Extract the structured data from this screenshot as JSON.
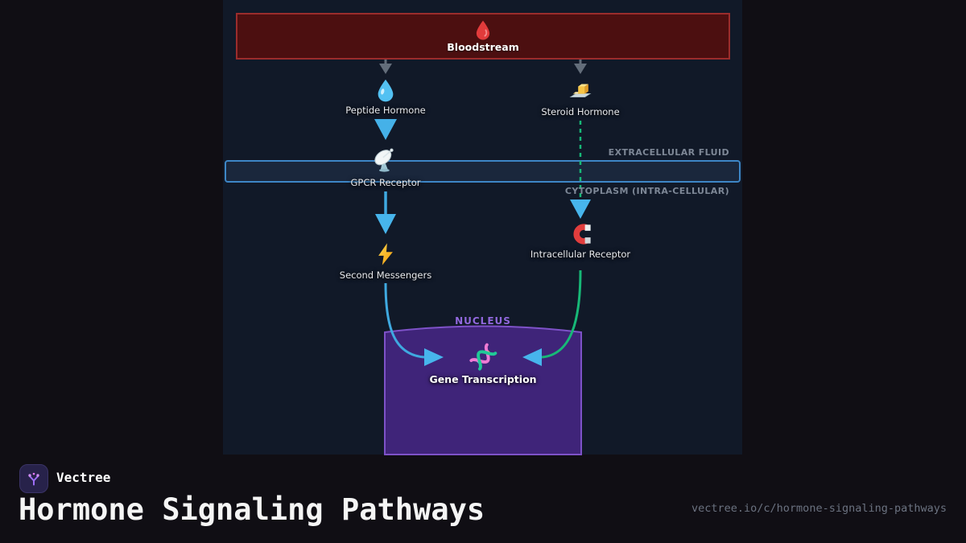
{
  "brand": {
    "name": "Vectree",
    "logo_icon": "vectree-branch-icon"
  },
  "footer": {
    "title": "Hormone Signaling Pathways",
    "url": "vectree.io/c/hormone-signaling-pathways"
  },
  "diagram": {
    "bloodstream": {
      "label": "Bloodstream",
      "icon": "blood-drop-icon"
    },
    "zones": {
      "extracellular": "EXTRACELLULAR FLUID",
      "cytoplasm": "CYTOPLASM (INTRA-CELLULAR)",
      "nucleus": "NUCLEUS"
    },
    "nodes": [
      {
        "id": "peptide-hormone",
        "label": "Peptide Hormone",
        "icon": "water-drop-icon"
      },
      {
        "id": "steroid-hormone",
        "label": "Steroid Hormone",
        "icon": "butter-icon"
      },
      {
        "id": "gpcr-receptor",
        "label": "GPCR Receptor",
        "icon": "satellite-dish-icon"
      },
      {
        "id": "second-messengers",
        "label": "Second Messengers",
        "icon": "lightning-icon"
      },
      {
        "id": "intracellular-receptor",
        "label": "Intracellular Receptor",
        "icon": "magnet-icon"
      },
      {
        "id": "gene-transcription",
        "label": "Gene Transcription",
        "icon": "dna-icon"
      }
    ],
    "edges": [
      {
        "from": "bloodstream",
        "to": "peptide-hormone",
        "style": "gray-arrow"
      },
      {
        "from": "bloodstream",
        "to": "steroid-hormone",
        "style": "gray-arrow"
      },
      {
        "from": "peptide-hormone",
        "to": "gpcr-receptor",
        "style": "blue-arrow"
      },
      {
        "from": "steroid-hormone",
        "to": "intracellular-receptor",
        "style": "green-dashed-arrow"
      },
      {
        "from": "gpcr-receptor",
        "to": "second-messengers",
        "style": "blue-arrow"
      },
      {
        "from": "second-messengers",
        "to": "gene-transcription",
        "style": "blue-curve-arrow"
      },
      {
        "from": "intracellular-receptor",
        "to": "gene-transcription",
        "style": "green-curve-arrow"
      }
    ],
    "colors": {
      "panel_bg": "#111928",
      "outer_bg": "#100e14",
      "bloodstream_fill": "#4c0f10",
      "bloodstream_border": "#9b2c2c",
      "membrane_border": "#3d86c6",
      "membrane_fill": "#1a2c44",
      "nucleus_fill": "#3f2479",
      "nucleus_border": "#7e52c8",
      "blue_line": "#3fa9e0",
      "green_line": "#17b877",
      "arrowhead_cyan": "#47b5ec",
      "gray_arrow": "#636d7a",
      "zone_text": "#7d8796",
      "nucleus_text": "#9168dd"
    }
  }
}
